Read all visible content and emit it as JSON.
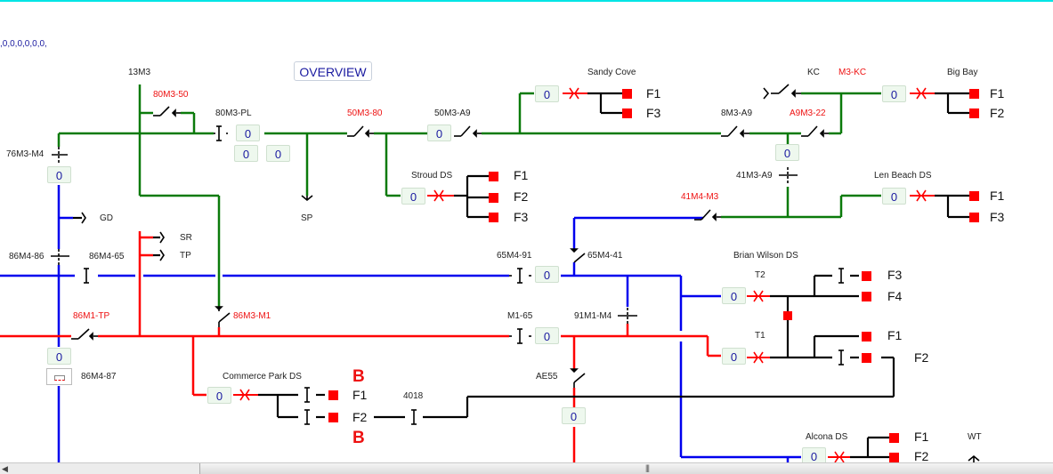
{
  "status_text": ",0,0,0,0,0,0,",
  "overview_label": "OVERVIEW",
  "colors": {
    "green_bus": "#0a7a0a",
    "blue_bus": "#0000ee",
    "red_bus": "#ff0000",
    "breaker": "#ff0000",
    "topbar": "#00e5e5"
  },
  "labels": {
    "l13m3": "13M3",
    "l80m3_50": "80M3-50",
    "l80m3_pl": "80M3-PL",
    "l50m3_80": "50M3-80",
    "l50m3_a9": "50M3-A9",
    "l76m3_m4": "76M3-M4",
    "gd": "GD",
    "sp": "SP",
    "sr": "SR",
    "tp": "TP",
    "l86m4_86": "86M4-86",
    "l86m4_65": "86M4-65",
    "l86m1_tp": "86M1-TP",
    "l86m3_m1": "86M3-M1",
    "l86m4_87": "86M4-87",
    "sandy_cove": "Sandy Cove",
    "kc": "KC",
    "m3_kc": "M3-KC",
    "big_bay": "Big  Bay",
    "l8m3_a9": "8M3-A9",
    "a9m3_22": "A9M3-22",
    "l41m3_a9": "41M3-A9",
    "l41m4_m3": "41M4-M3",
    "len_beach": "Len Beach DS",
    "stroud": "Stroud DS",
    "l65m4_91": "65M4-91",
    "l65m4_41": "65M4-41",
    "m1_65": "M1-65",
    "l91m1_m4": "91M1-M4",
    "brian_wilson": "Brian Wilson DS",
    "t2": "T2",
    "t1": "T1",
    "commerce_park": "Commerce Park DS",
    "l4018": "4018",
    "ae55": "AE55",
    "alcona": "Alcona DS",
    "wt": "WT"
  },
  "feeders": {
    "sandy_f1": "F1",
    "sandy_f3": "F3",
    "bigbay_f1": "F1",
    "bigbay_f2": "F2",
    "stroud_f1": "F1",
    "stroud_f2": "F2",
    "stroud_f3": "F3",
    "len_f1": "F1",
    "len_f3": "F3",
    "bw_f3": "F3",
    "bw_f4": "F4",
    "bw_f1": "F1",
    "bw_f2": "F2",
    "cp_f1": "F1",
    "cp_f2": "F2",
    "alcona_f1": "F1",
    "alcona_f2": "F2"
  },
  "bypass_marks": {
    "top": "B",
    "bottom": "B"
  },
  "values": {
    "v80m3_pl": "0",
    "v80m3_pl_a": "0",
    "v80m3_pl_b": "0",
    "v76m3_m4": "0",
    "v50m3_a9": "0",
    "sandy": "0",
    "bigbay": "0",
    "a9_junction": "0",
    "stroud": "0",
    "len_beach": "0",
    "v65m4_91": "0",
    "m1_65": "0",
    "bw_t2": "0",
    "bw_t1": "0",
    "v86m4_87": "0",
    "commerce": "0",
    "ae55": "0",
    "alcona": "0"
  }
}
